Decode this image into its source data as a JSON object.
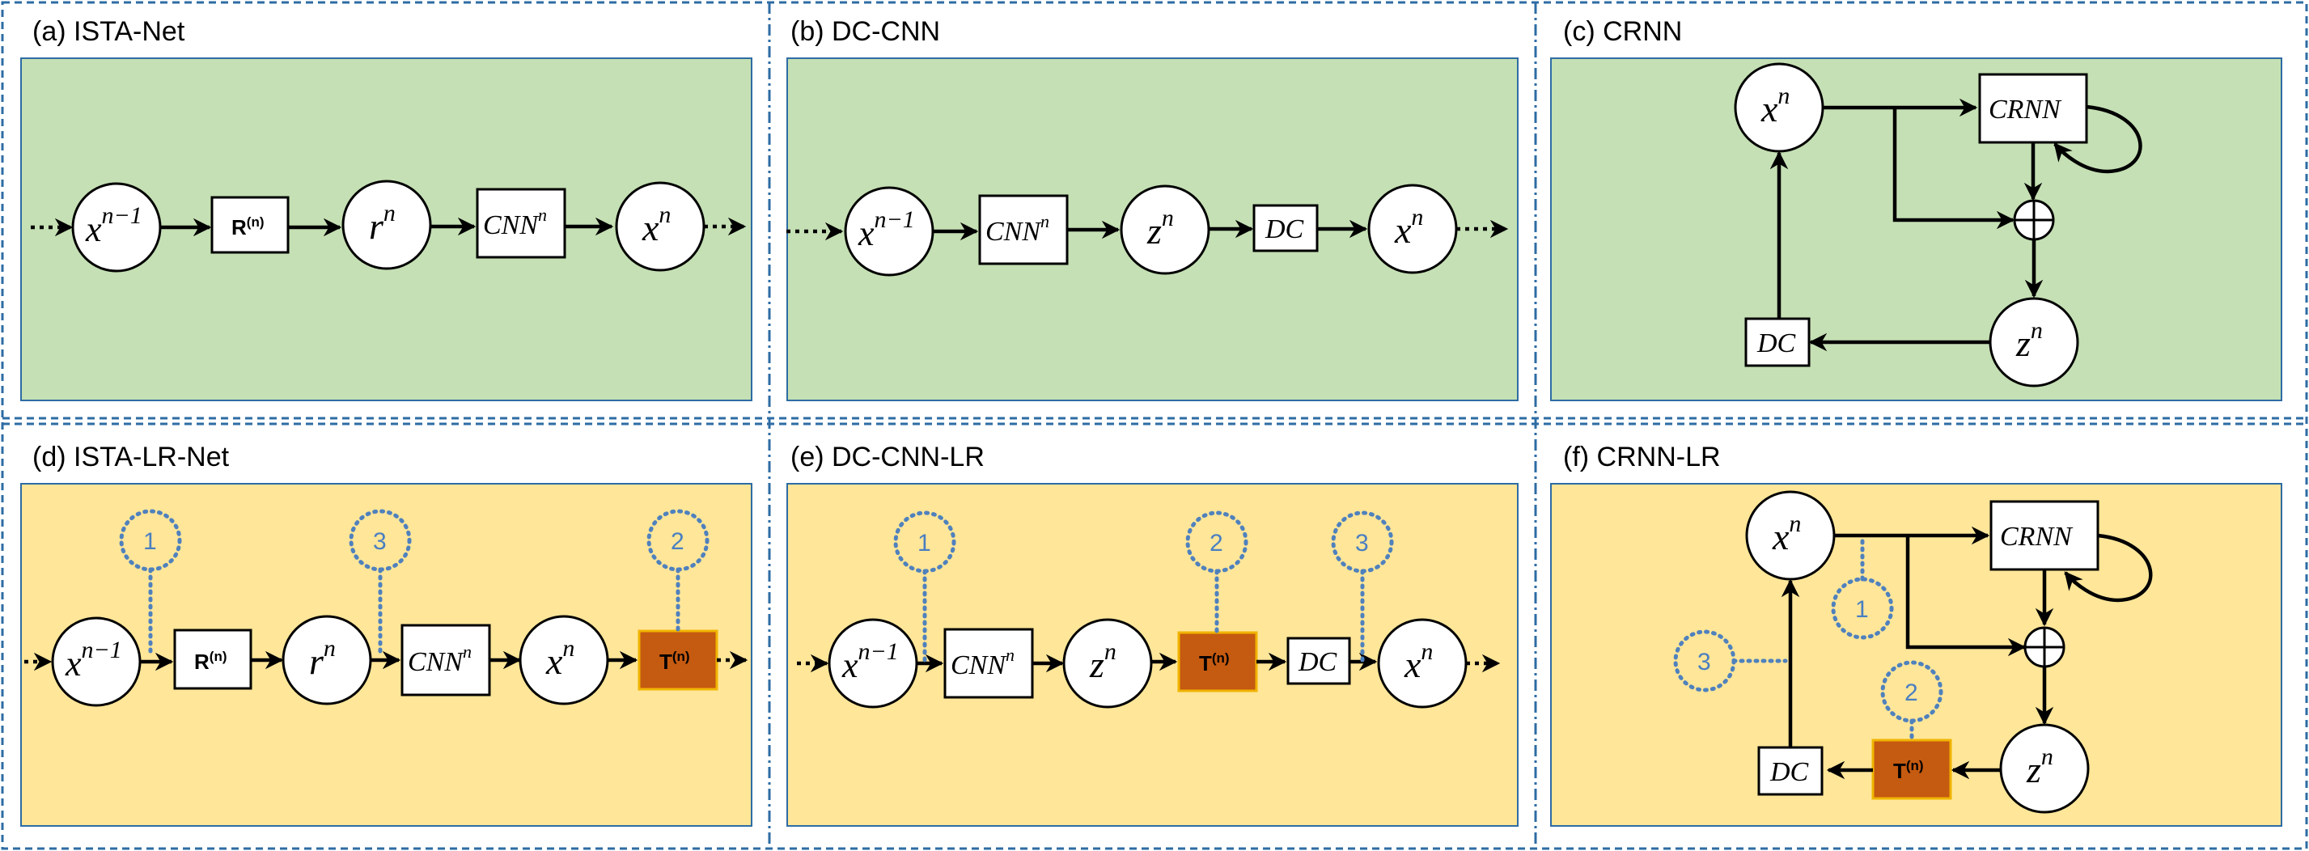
{
  "panels": {
    "a": {
      "title": "(a) ISTA-Net",
      "bg": "#c5e0b4"
    },
    "b": {
      "title": "(b) DC-CNN",
      "bg": "#c5e0b4"
    },
    "c": {
      "title": "(c) CRNN",
      "bg": "#c5e0b4"
    },
    "d": {
      "title": "(d) ISTA-LR-Net",
      "bg": "#ffe699"
    },
    "e": {
      "title": "(e) DC-CNN-LR",
      "bg": "#ffe699"
    },
    "f": {
      "title": "(f) CRNN-LR",
      "bg": "#ffe699"
    }
  },
  "symbols": {
    "x_base": "x",
    "x_prev_sup": "n−1",
    "n_sup": "n",
    "r_base": "r",
    "z_base": "z",
    "cnn_base": "CNN",
    "dc": "DC",
    "crnn": "CRNN",
    "r_box_base": "R",
    "r_box_sup": "(n)",
    "t_box_base": "T",
    "t_box_sup": "(n)"
  },
  "markers": {
    "one": "1",
    "two": "2",
    "three": "3"
  },
  "colors": {
    "green_panel": "#c5e0b4",
    "yellow_panel": "#ffe699",
    "orange_box": "#c55a11",
    "marker_blue": "#4f81bd",
    "frame_blue": "#2e6ca4"
  }
}
